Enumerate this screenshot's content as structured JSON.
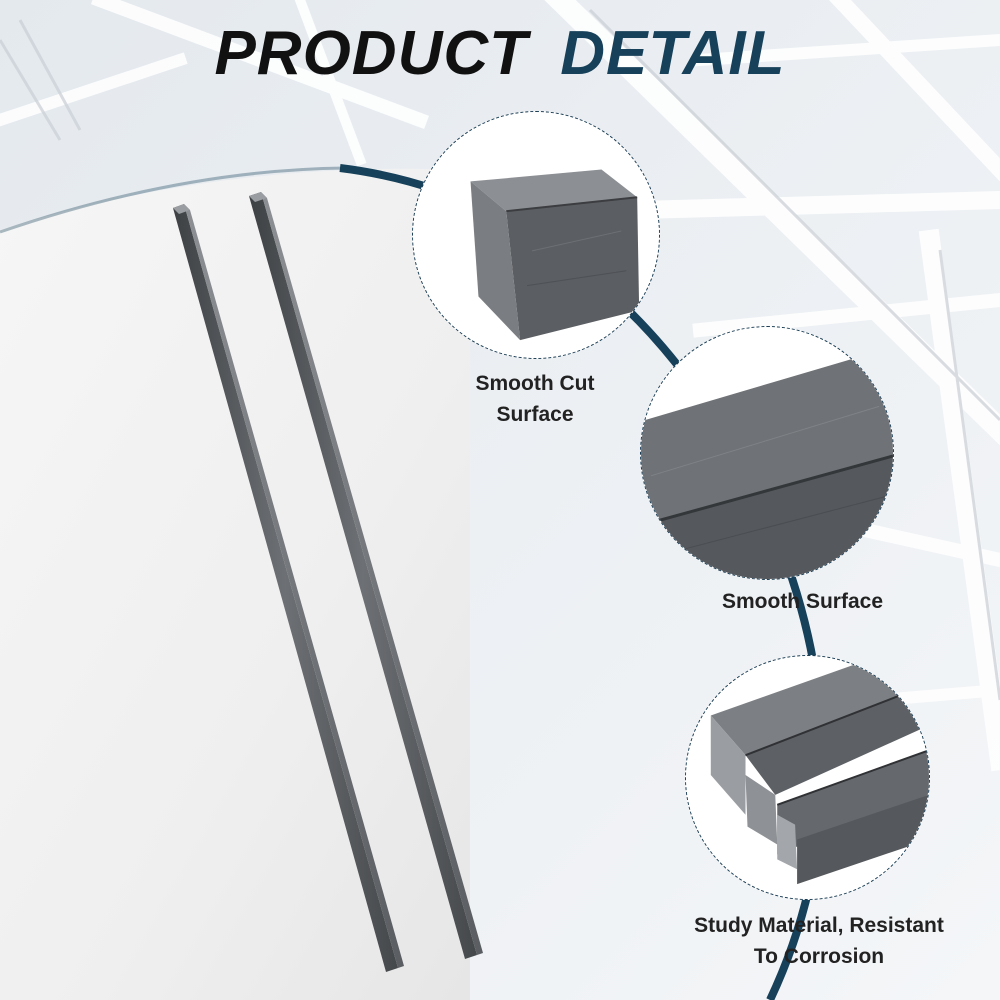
{
  "headline": {
    "part1": "PRODUCT",
    "part2": "DETAIL"
  },
  "features": [
    {
      "lines": [
        "Smooth Cut",
        "Surface"
      ]
    },
    {
      "lines": [
        "Smooth Surface"
      ]
    },
    {
      "lines": [
        "Study Material, Resistant",
        "To Corrosion"
      ]
    }
  ],
  "colors": {
    "accent": "#17415a",
    "headline_dark": "#111111",
    "steel": "#5c5f63",
    "background": "#eef1f4"
  }
}
